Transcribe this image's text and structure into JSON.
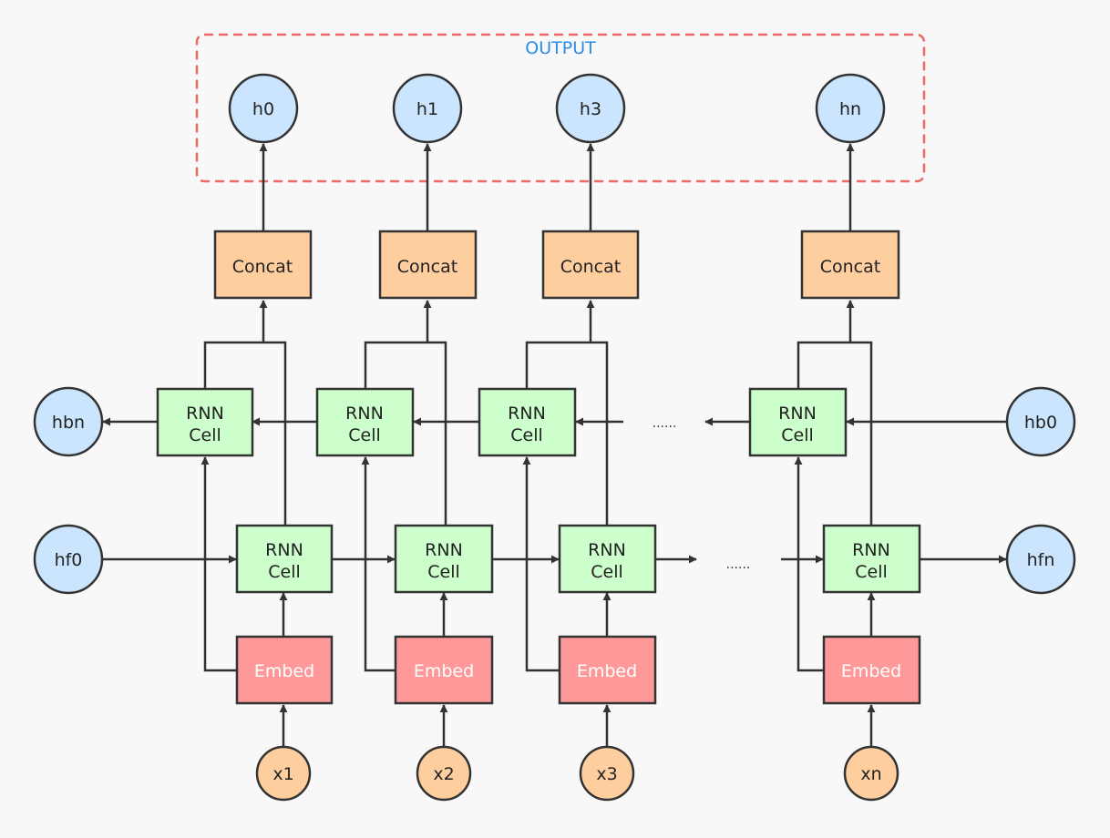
{
  "output_group": {
    "label": "OUTPUT",
    "border_color": "#ea6b66"
  },
  "outputs": [
    "h0",
    "h1",
    "h3",
    "hn"
  ],
  "concat_label": "Concat",
  "rnn_cell_label": {
    "line1": "RNN",
    "line2": "Cell"
  },
  "embed_label": "Embed",
  "inputs": [
    "x1",
    "x2",
    "x3",
    "xn"
  ],
  "backward": {
    "initial_state": "hb0",
    "final_state": "hbn"
  },
  "forward": {
    "initial_state": "hf0",
    "final_state": "hfn"
  },
  "ellipsis": "......",
  "colors": {
    "state_node": "#cce5ff",
    "input_node": "#ffce9f",
    "concat": "#ffce9f",
    "rnn_cell": "#ccffcc",
    "embed": "#ff9999",
    "output_label": "#2a8de8"
  }
}
